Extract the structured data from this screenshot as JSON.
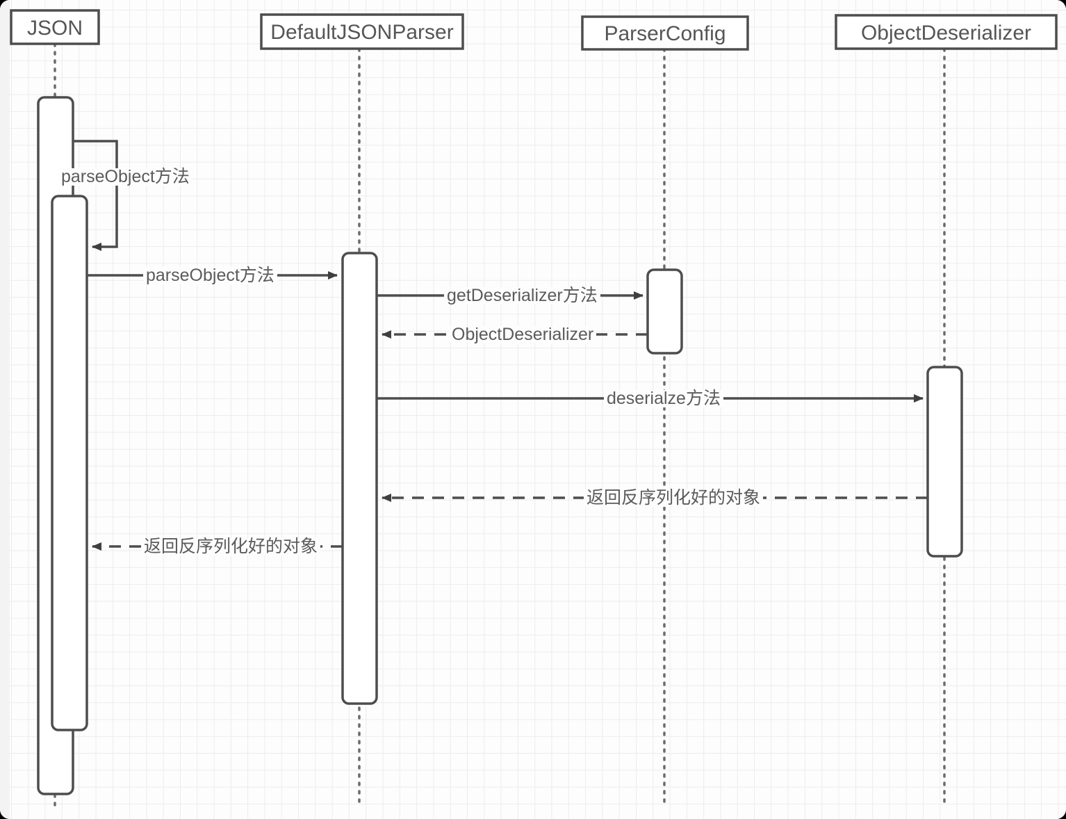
{
  "diagram": {
    "type": "uml-sequence-diagram",
    "title": "",
    "background": "#fdfdfd",
    "grid_color": "#ececec",
    "line_color": "#4d4d4d",
    "text_color": "#5b5b5b",
    "participants": [
      {
        "id": "json",
        "label": "JSON"
      },
      {
        "id": "parser",
        "label": "DefaultJSONParser"
      },
      {
        "id": "config",
        "label": "ParserConfig"
      },
      {
        "id": "deserializer",
        "label": "ObjectDeserializer"
      }
    ],
    "messages": [
      {
        "id": "m1",
        "label": "parseObject方法",
        "from": "json",
        "to": "json",
        "kind": "self-call",
        "style": "solid"
      },
      {
        "id": "m2",
        "label": "parseObject方法",
        "from": "json",
        "to": "parser",
        "kind": "call",
        "style": "solid"
      },
      {
        "id": "m3",
        "label": "getDeserializer方法",
        "from": "parser",
        "to": "config",
        "kind": "call",
        "style": "solid"
      },
      {
        "id": "m4",
        "label": "ObjectDeserializer",
        "from": "config",
        "to": "parser",
        "kind": "return",
        "style": "dashed"
      },
      {
        "id": "m5",
        "label": "deserialze方法",
        "from": "parser",
        "to": "deserializer",
        "kind": "call",
        "style": "solid"
      },
      {
        "id": "m6",
        "label": "返回反序列化好的对象",
        "from": "deserializer",
        "to": "parser",
        "kind": "return",
        "style": "dashed"
      },
      {
        "id": "m7",
        "label": "返回反序列化好的对象",
        "from": "parser",
        "to": "json",
        "kind": "return",
        "style": "dashed"
      }
    ]
  }
}
